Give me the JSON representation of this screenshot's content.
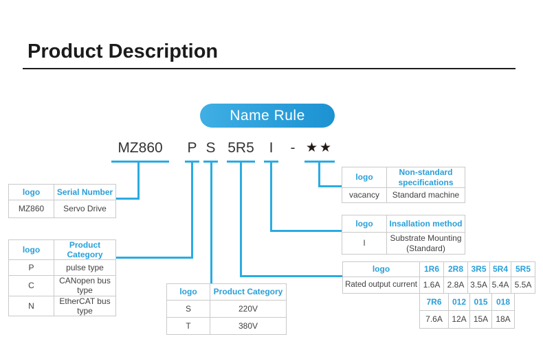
{
  "page": {
    "title": "Product Description",
    "badge": "Name Rule"
  },
  "model": {
    "serial": "MZ860",
    "product_category": "P",
    "voltage": "S",
    "current": "5R5",
    "installation": "I",
    "separator": "-",
    "stars": "★★"
  },
  "colors": {
    "accent": "#29abe2",
    "accent-text": "#299fd8",
    "badge-start": "#3fafe4",
    "badge-end": "#1c92d2",
    "border": "#c9c9c9",
    "text": "#404040",
    "title": "#1b1b1b",
    "star": "#231815"
  },
  "tables": {
    "serial_number": {
      "headers": [
        "logo",
        "Serial Number"
      ],
      "rows": [
        [
          "MZ860",
          "Servo Drive"
        ]
      ]
    },
    "product_category": {
      "headers": [
        "logo",
        "Product Category"
      ],
      "rows": [
        [
          "P",
          "pulse type"
        ],
        [
          "C",
          "CANopen bus type"
        ],
        [
          "N",
          "EtherCAT bus type"
        ]
      ]
    },
    "voltage": {
      "headers": [
        "logo",
        "Product Category"
      ],
      "rows": [
        [
          "S",
          "220V"
        ],
        [
          "T",
          "380V"
        ]
      ]
    },
    "non_standard": {
      "headers": [
        "logo",
        "Non-standard specifications"
      ],
      "rows": [
        [
          "vacancy",
          "Standard machine"
        ]
      ]
    },
    "installation": {
      "headers": [
        "logo",
        "Insallation method"
      ],
      "rows": [
        [
          "I",
          "Substrate Mounting (Standard)"
        ]
      ]
    },
    "rated_current": {
      "header": "logo",
      "row_label": "Rated output current",
      "codes_row1": [
        "1R6",
        "2R8",
        "3R5",
        "5R4",
        "5R5"
      ],
      "values_row1": [
        "1.6A",
        "2.8A",
        "3.5A",
        "5.4A",
        "5.5A"
      ],
      "codes_row2": [
        "7R6",
        "012",
        "015",
        "018"
      ],
      "values_row2": [
        "7.6A",
        "12A",
        "15A",
        "18A"
      ]
    }
  }
}
